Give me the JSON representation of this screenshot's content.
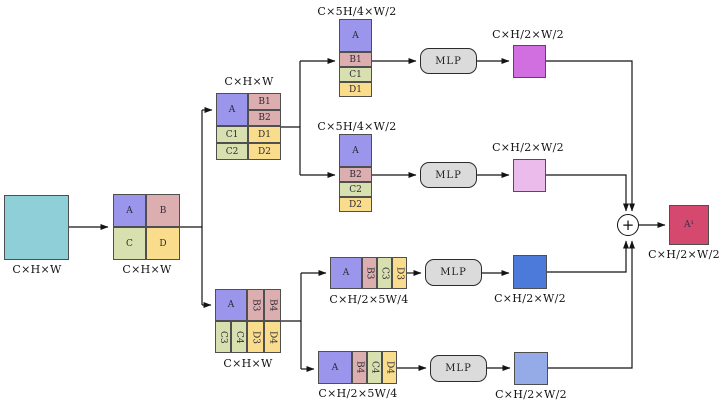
{
  "palette": {
    "input_teal": "#8FCFD8",
    "cell_a_purple": "#9B95EC",
    "cell_b_pink": "#DCAEB0",
    "cell_c_green": "#D9E0AF",
    "cell_d_yellow": "#FADC8D",
    "mlp_gray": "#DBDBDB",
    "out1_orchid": "#D16FE1",
    "out2_plum": "#EBBBEC",
    "out3_blue": "#4B7ADB",
    "out4_periwinkle": "#95ABE8",
    "result_crimson": "#D6496F",
    "wire": "#141414"
  },
  "nodes": {
    "input": {
      "label": "C×H×W"
    },
    "grid2x2": {
      "label": "C×H×W",
      "cells": {
        "a": "A",
        "b": "B",
        "c": "C",
        "d": "D"
      }
    },
    "upper_grid": {
      "label": "C×H×W",
      "cells": {
        "a": "A",
        "b1": "B1",
        "b2": "B2",
        "c1": "C1",
        "c2": "C2",
        "d1": "D1",
        "d2": "D2"
      }
    },
    "lower_grid": {
      "label": "C×H×W",
      "cells": {
        "a": "A",
        "b3": "B3",
        "b4": "B4",
        "c3": "C3",
        "c4": "C4",
        "d3": "D3",
        "d4": "D4"
      }
    },
    "stack1": {
      "label": "C×5H/4×W/2",
      "cells": {
        "a": "A",
        "b": "B1",
        "c": "C1",
        "d": "D1"
      }
    },
    "stack2": {
      "label": "C×5H/4×W/2",
      "cells": {
        "a": "A",
        "b": "B2",
        "c": "C2",
        "d": "D2"
      }
    },
    "stack3": {
      "label": "C×H/2×5W/4",
      "cells": {
        "a": "A",
        "b": "B3",
        "c": "C3",
        "d": "D3"
      }
    },
    "stack4": {
      "label": "C×H/2×5W/4",
      "cells": {
        "a": "A",
        "b": "B4",
        "c": "C4",
        "d": "D4"
      }
    },
    "mlp1": {
      "label": "MLP"
    },
    "mlp2": {
      "label": "MLP"
    },
    "mlp3": {
      "label": "MLP"
    },
    "mlp4": {
      "label": "MLP"
    },
    "out1": {
      "label": "C×H/2×W/2"
    },
    "out2": {
      "label": "C×H/2×W/2"
    },
    "out3": {
      "label": "C×H/2×W/2"
    },
    "out4": {
      "label": "C×H/2×W/2"
    },
    "sum": {
      "icon": "+"
    },
    "result": {
      "text": "A¹",
      "label": "C×H/2×W/2"
    }
  }
}
